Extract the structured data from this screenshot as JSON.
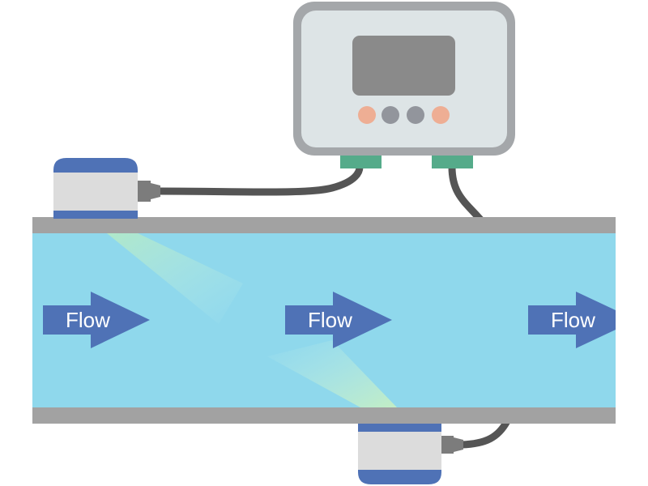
{
  "arrows": [
    {
      "label": "Flow"
    },
    {
      "label": "Flow"
    },
    {
      "label": "Flow"
    }
  ],
  "colors": {
    "pipe_wall": "#a2a2a2",
    "water": "#8fd8ec",
    "sensor_blue": "#4f72b6",
    "sensor_body": "#dcdcdc",
    "meter_frame": "#a4a7aa",
    "meter_face": "#dde4e6",
    "meter_screen": "#8a8a8a",
    "button_orange": "#eeae94",
    "button_gray": "#92959c",
    "connector_green": "#55ab8a",
    "cable": "#555555",
    "arrow": "#4f72b6"
  }
}
